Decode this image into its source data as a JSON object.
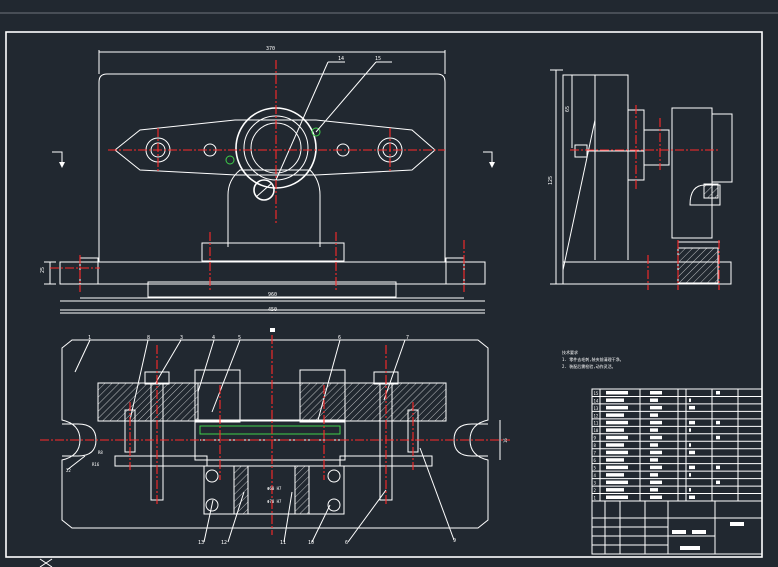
{
  "colors": {
    "background": "#212830",
    "line": "#ffffff",
    "centerline": "#ff2a2a",
    "accent": "#3fd14a"
  },
  "dimensions": {
    "top_width": "370",
    "base_inner": "960",
    "base_outer": "450",
    "side_height": "25",
    "side_total": "125",
    "side_small": "65",
    "bore_a": "Φ60 H7",
    "bore_b": "Φ70 H7",
    "radius": "R8",
    "slot_r": "R16",
    "slot_w": "22",
    "side_right": "16"
  },
  "balloons": {
    "b14": "14",
    "b15": "15",
    "b1": "1",
    "b8": "8",
    "b3": "3",
    "b4a": "4",
    "b5": "5",
    "b6": "6",
    "b7": "7",
    "b13": "13",
    "b12": "12",
    "b11": "11",
    "b10": "10",
    "b6b": "6",
    "b9": "9"
  },
  "notes": {
    "heading": "技术要求",
    "line1": "1. 零件去毛刺,装夹前清理干净。",
    "line2": "2. 装配后需检验,动作灵活。"
  },
  "table": {
    "rows": [
      "15",
      "14",
      "13",
      "12",
      "11",
      "10",
      "9",
      "8",
      "7",
      "6",
      "5",
      "4",
      "3",
      "2",
      "1"
    ]
  }
}
